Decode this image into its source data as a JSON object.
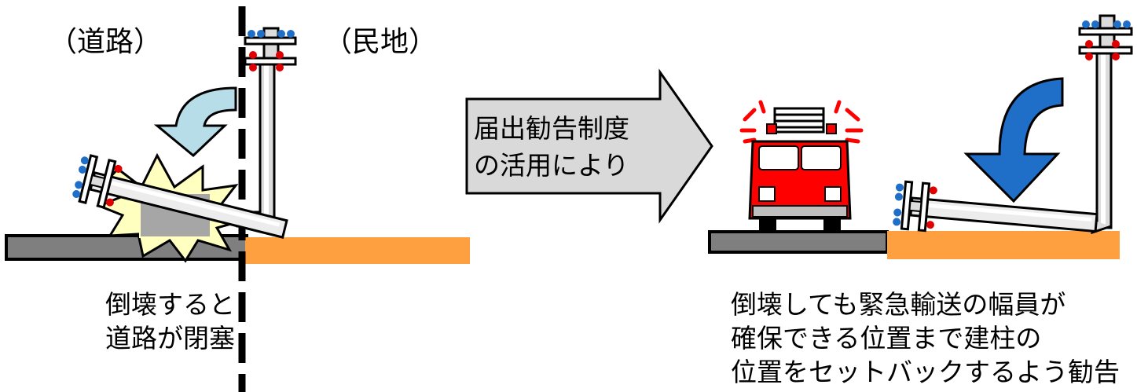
{
  "labels": {
    "road": "（道路）",
    "private_land": "（民地）"
  },
  "arrow": {
    "line1": "届出勧告制度",
    "line2": "の活用により"
  },
  "captions": {
    "left": [
      "倒壊すると",
      "道路が閉塞"
    ],
    "right": [
      "倒壊しても緊急輸送の幅員が",
      "確保できる位置まで建柱の",
      "位置をセットバックするよう勧告"
    ]
  },
  "colors": {
    "road": "#7f7f7f",
    "land": "#ffa040",
    "curved_arrow_left": "#b7dde8",
    "curved_arrow_right": "#1f6fc8",
    "burst": "#ffffc0",
    "fire_truck": "#ff0000",
    "process_arrow": "#d9d9d9"
  },
  "icons": [
    "utility-pole-icon",
    "fallen-pole-icon",
    "collision-burst-icon",
    "fire-truck-icon",
    "curved-arrow-icon"
  ]
}
